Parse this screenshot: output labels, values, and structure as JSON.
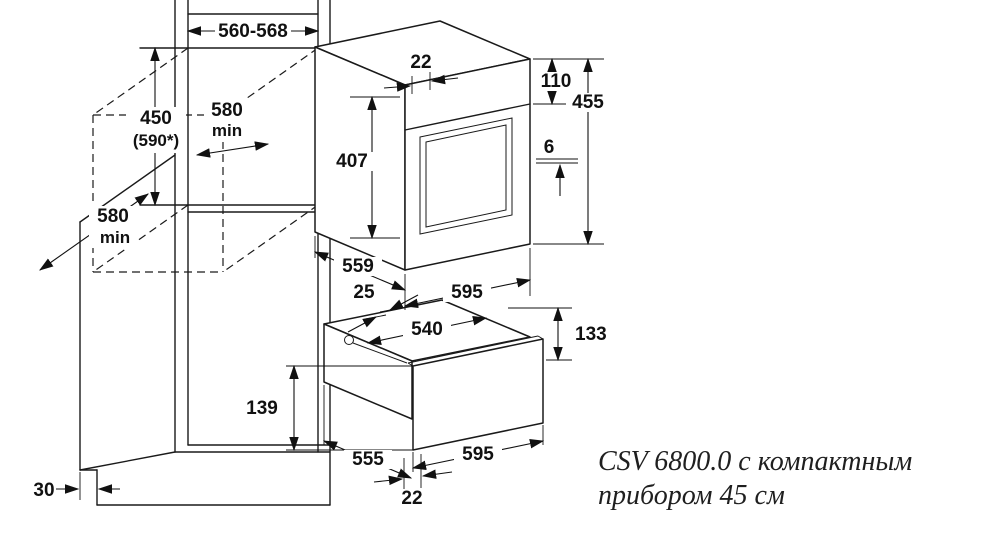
{
  "caption": {
    "line1": "CSV 6800.0 с компактным",
    "line2": "прибором 45 см"
  },
  "dims": {
    "niche_width": "560-568",
    "niche_height": "450",
    "niche_height_alt": "(590*)",
    "niche_depth": "580",
    "niche_depth_min": "min",
    "cabinet_depth": "580",
    "cabinet_depth_min": "min",
    "top_gap": "22",
    "panel_height": "110",
    "oven_height": "455",
    "oven_body_height": "407",
    "side_gap": "6",
    "oven_body_depth": "559",
    "oven_width": "595",
    "drawer_setback": "25",
    "drawer_body_width": "540",
    "drawer_height": "133",
    "drawer_front_height": "139",
    "drawer_width": "595",
    "drawer_body_depth": "555",
    "bottom_gap": "22",
    "plinth_recess": "30"
  }
}
